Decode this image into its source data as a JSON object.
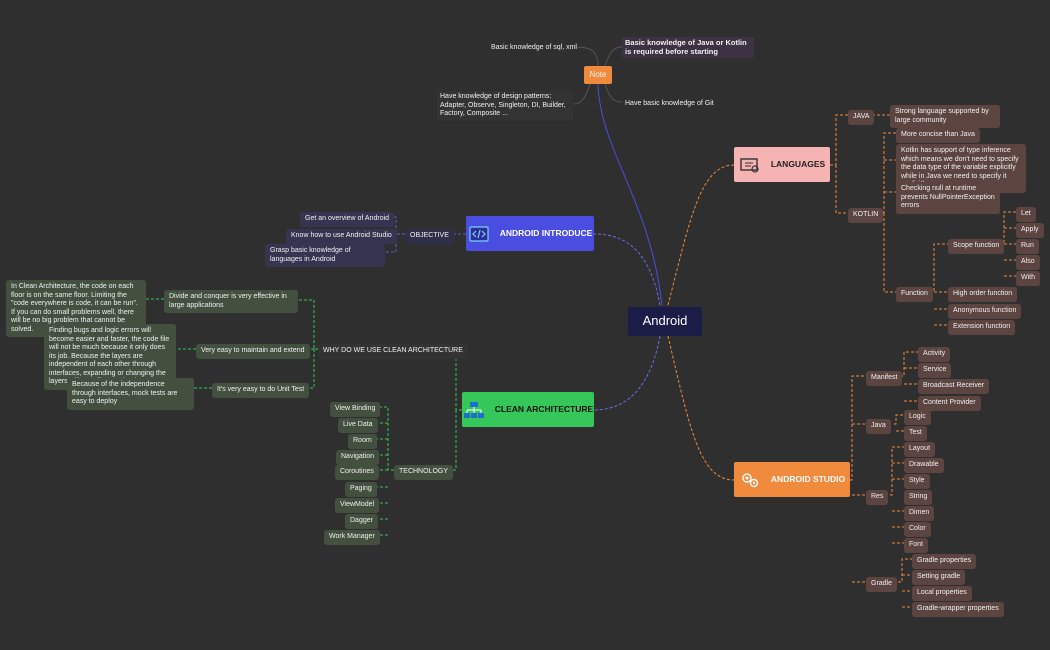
{
  "center": "Android",
  "note": {
    "title": "Note",
    "items": [
      "Basic knowledge of sql, xml",
      "Basic knowledge of Java or Kotlin is required before starting",
      "Have knowledge of design patterns: Adapter, Observe, Singleton, DI, Builder, Factory, Composite ...",
      "Have basic knowledge of Git"
    ]
  },
  "languages": {
    "title": "LANGUAGES",
    "java": {
      "label": "JAVA",
      "desc": "Strong language supported by large community"
    },
    "kotlin": {
      "label": "KOTLIN",
      "items": [
        "More concise than Java",
        "Kotlin has support of type inference which means we don't need to specify the data type of the variable explicitly while in Java we need to specify it explicitly.",
        "Checking null at runtime prevents NullPointerException errors"
      ],
      "function": {
        "label": "Function",
        "scope": {
          "label": "Scope function",
          "items": [
            "Let",
            "Apply",
            "Run",
            "Also",
            "With"
          ]
        },
        "items": [
          "High order function",
          "Anonymous function",
          "Extension function"
        ]
      }
    }
  },
  "studio": {
    "title": "ANDROID STUDIO",
    "manifest": {
      "label": "Manifest",
      "items": [
        "Activity",
        "Service",
        "Broadcast Receiver",
        "Content Provider"
      ]
    },
    "java": {
      "label": "Java",
      "items": [
        "Logic",
        "Test"
      ]
    },
    "res": {
      "label": "Res",
      "items": [
        "Layout",
        "Drawable",
        "Style",
        "String",
        "Dimen",
        "Color",
        "Font"
      ]
    },
    "gradle": {
      "label": "Gradle",
      "items": [
        "Gradle properties",
        "Setting gradle",
        "Local properties",
        "Gradle-wrapper properties"
      ]
    }
  },
  "introduce": {
    "title": "ANDROID INTRODUCE",
    "objective": {
      "label": "OBJECTIVE",
      "items": [
        "Get an overview of Android",
        "Know how to use Android Studio",
        "Grasp basic knowledge of languages in Android"
      ]
    }
  },
  "clean": {
    "title": "CLEAN ARCHITECTURE",
    "why": {
      "label": "WHY DO WE USE CLEAN ARCHITECTURE",
      "items": [
        {
          "label": "Divide and conquer is very effective in large applications",
          "detail": "In Clean Architecture, the code on each floor is on the same floor. Limiting the \"code everywhere is code, it can be run\". If you can do small problems well, there will be no big problem that cannot be solved."
        },
        {
          "label": "Very easy to maintain and extend",
          "detail": "Finding bugs and logic errors will become easier and faster, the code file will not be much because it only does its job. Because the layers are independent of each other through interfaces, expanding or changing the layers will not affect each other"
        },
        {
          "label": "It's very easy to do Unit Test",
          "detail": "Because of the independence through interfaces, mock tests are easy to deploy"
        }
      ]
    },
    "technology": {
      "label": "TECHNOLOGY",
      "items": [
        "View Binding",
        "Live Data",
        "Room",
        "Navigation",
        "Coroutines",
        "Paging",
        "ViewModel",
        "Dagger",
        "Work Manager"
      ]
    }
  },
  "colors": {
    "orange": "#f08a3c",
    "green": "#35c75a",
    "blue": "#4a4ee0",
    "pink": "#f6b3b3",
    "navy": "#1b1c47",
    "brown": "#5c4540",
    "background": "#2f2f2f"
  }
}
